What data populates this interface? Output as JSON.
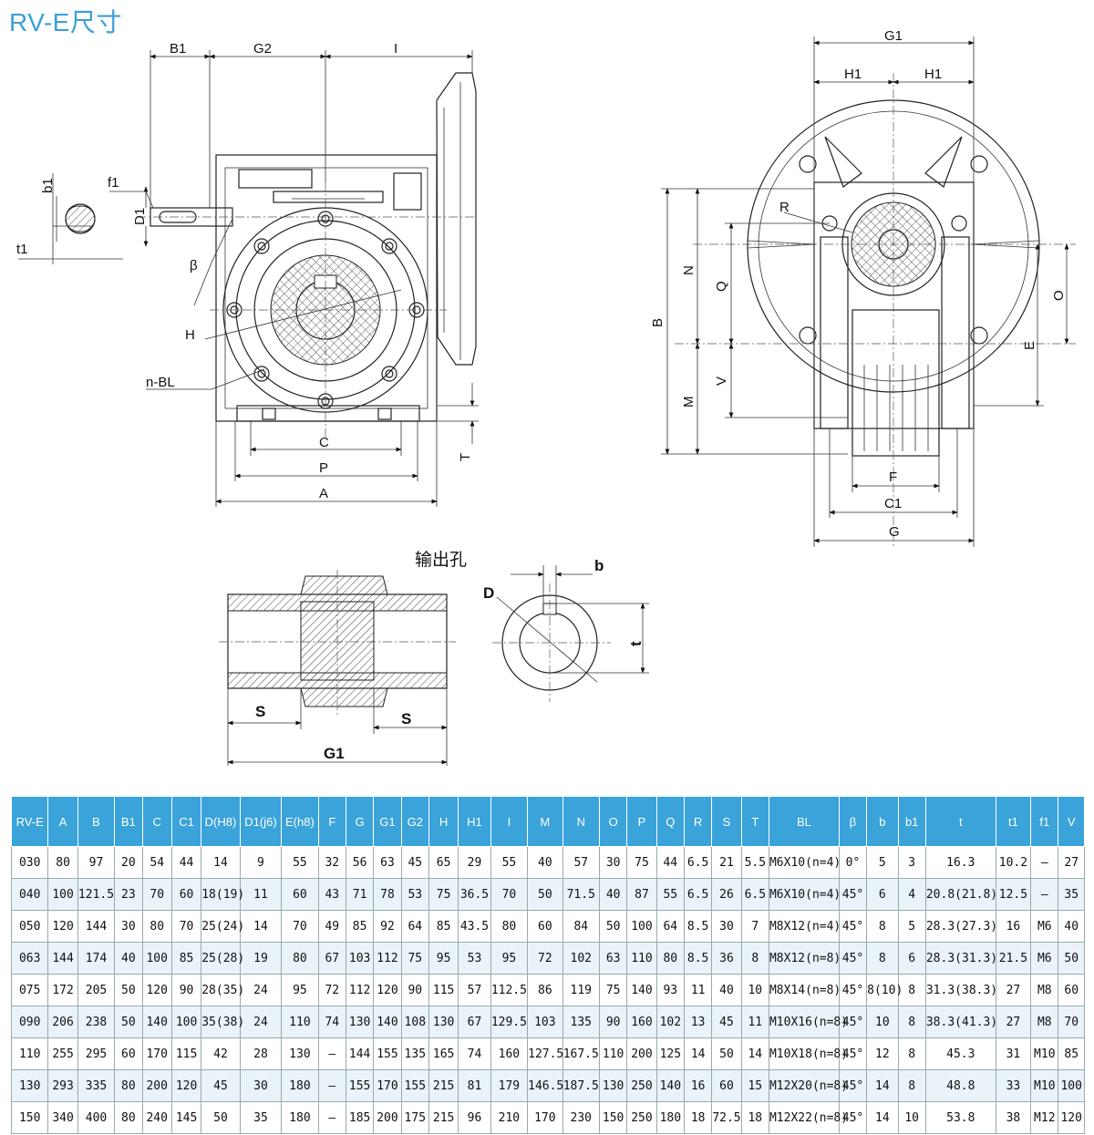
{
  "title": "RV-E尺寸",
  "labels": {
    "B1": "B1",
    "G2": "G2",
    "I": "I",
    "b1": "b1",
    "f1": "f1",
    "D1": "D1",
    "t1": "t1",
    "beta": "β",
    "H": "H",
    "nBL": "n-BL",
    "C": "C",
    "P": "P",
    "A": "A",
    "T": "T",
    "G1": "G1",
    "H1a": "H1",
    "H1b": "H1",
    "R": "R",
    "N": "N",
    "Q": "Q",
    "O": "O",
    "B": "B",
    "M": "M",
    "V": "V",
    "E": "E",
    "F": "F",
    "C1": "C1",
    "G": "G",
    "output_title": "输出孔",
    "S1": "S",
    "S2": "S",
    "G1b": "G1",
    "b": "b",
    "D": "D",
    "t": "t"
  },
  "table": {
    "headers": [
      "RV-E",
      "A",
      "B",
      "B1",
      "C",
      "C1",
      "D(H8)",
      "D1(j6)",
      "E(h8)",
      "F",
      "G",
      "G1",
      "G2",
      "H",
      "H1",
      "I",
      "M",
      "N",
      "O",
      "P",
      "Q",
      "R",
      "S",
      "T",
      "BL",
      "β",
      "b",
      "b1",
      "t",
      "t1",
      "f1",
      "V"
    ],
    "rows": [
      [
        "030",
        "80",
        "97",
        "20",
        "54",
        "44",
        "14",
        "9",
        "55",
        "32",
        "56",
        "63",
        "45",
        "65",
        "29",
        "55",
        "40",
        "57",
        "30",
        "75",
        "44",
        "6.5",
        "21",
        "5.5",
        "M6X10(n=4)",
        "0°",
        "5",
        "3",
        "16.3",
        "10.2",
        "–",
        "27"
      ],
      [
        "040",
        "100",
        "121.5",
        "23",
        "70",
        "60",
        "18(19)",
        "11",
        "60",
        "43",
        "71",
        "78",
        "53",
        "75",
        "36.5",
        "70",
        "50",
        "71.5",
        "40",
        "87",
        "55",
        "6.5",
        "26",
        "6.5",
        "M6X10(n=4)",
        "45°",
        "6",
        "4",
        "20.8(21.8)",
        "12.5",
        "–",
        "35"
      ],
      [
        "050",
        "120",
        "144",
        "30",
        "80",
        "70",
        "25(24)",
        "14",
        "70",
        "49",
        "85",
        "92",
        "64",
        "85",
        "43.5",
        "80",
        "60",
        "84",
        "50",
        "100",
        "64",
        "8.5",
        "30",
        "7",
        "M8X12(n=4)",
        "45°",
        "8",
        "5",
        "28.3(27.3)",
        "16",
        "M6",
        "40"
      ],
      [
        "063",
        "144",
        "174",
        "40",
        "100",
        "85",
        "25(28)",
        "19",
        "80",
        "67",
        "103",
        "112",
        "75",
        "95",
        "53",
        "95",
        "72",
        "102",
        "63",
        "110",
        "80",
        "8.5",
        "36",
        "8",
        "M8X12(n=8)",
        "45°",
        "8",
        "6",
        "28.3(31.3)",
        "21.5",
        "M6",
        "50"
      ],
      [
        "075",
        "172",
        "205",
        "50",
        "120",
        "90",
        "28(35)",
        "24",
        "95",
        "72",
        "112",
        "120",
        "90",
        "115",
        "57",
        "112.5",
        "86",
        "119",
        "75",
        "140",
        "93",
        "11",
        "40",
        "10",
        "M8X14(n=8)",
        "45°",
        "8(10)",
        "8",
        "31.3(38.3)",
        "27",
        "M8",
        "60"
      ],
      [
        "090",
        "206",
        "238",
        "50",
        "140",
        "100",
        "35(38)",
        "24",
        "110",
        "74",
        "130",
        "140",
        "108",
        "130",
        "67",
        "129.5",
        "103",
        "135",
        "90",
        "160",
        "102",
        "13",
        "45",
        "11",
        "M10X16(n=8)",
        "45°",
        "10",
        "8",
        "38.3(41.3)",
        "27",
        "M8",
        "70"
      ],
      [
        "110",
        "255",
        "295",
        "60",
        "170",
        "115",
        "42",
        "28",
        "130",
        "–",
        "144",
        "155",
        "135",
        "165",
        "74",
        "160",
        "127.5",
        "167.5",
        "110",
        "200",
        "125",
        "14",
        "50",
        "14",
        "M10X18(n=8)",
        "45°",
        "12",
        "8",
        "45.3",
        "31",
        "M10",
        "85"
      ],
      [
        "130",
        "293",
        "335",
        "80",
        "200",
        "120",
        "45",
        "30",
        "180",
        "–",
        "155",
        "170",
        "155",
        "215",
        "81",
        "179",
        "146.5",
        "187.5",
        "130",
        "250",
        "140",
        "16",
        "60",
        "15",
        "M12X20(n=8)",
        "45°",
        "14",
        "8",
        "48.8",
        "33",
        "M10",
        "100"
      ],
      [
        "150",
        "340",
        "400",
        "80",
        "240",
        "145",
        "50",
        "35",
        "180",
        "–",
        "185",
        "200",
        "175",
        "215",
        "96",
        "210",
        "170",
        "230",
        "150",
        "250",
        "180",
        "18",
        "72.5",
        "18",
        "M12X22(n=8)",
        "45°",
        "14",
        "10",
        "53.8",
        "38",
        "M12",
        "120"
      ]
    ]
  }
}
